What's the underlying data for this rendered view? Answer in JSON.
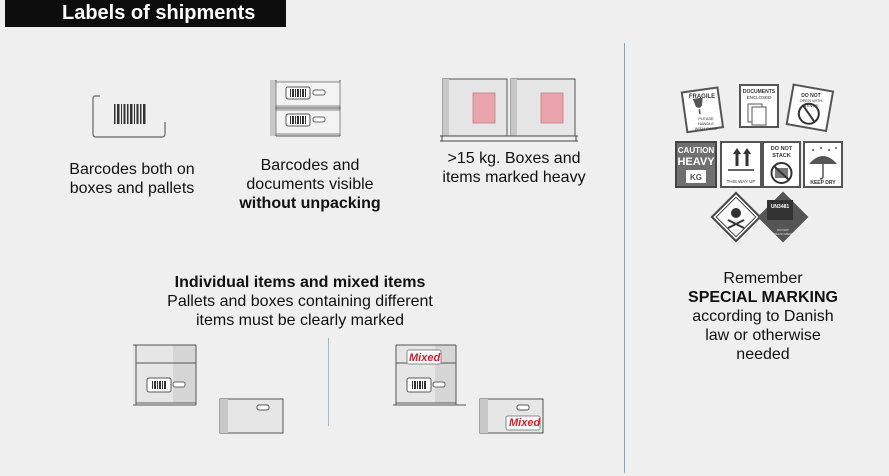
{
  "header": {
    "title": "Labels of shipments"
  },
  "section_top": {
    "item1": {
      "line1": "Barcodes both on",
      "line2": "boxes and pallets"
    },
    "item2": {
      "line1": "Barcodes and",
      "line2": "documents visible",
      "line3_bold": "without unpacking"
    },
    "item3": {
      "line1": ">15 kg. Boxes and",
      "line2": "items marked heavy"
    }
  },
  "section_mixed": {
    "heading": "Individual items and mixed items",
    "line1": "Pallets and boxes containing different",
    "line2": "items must be clearly marked",
    "mixed_label": "Mixed"
  },
  "section_special": {
    "line1": "Remember",
    "line2_bold": "SPECIAL MARKING",
    "line3": "according to Danish",
    "line4": "law or otherwise",
    "line5": "needed",
    "labels": {
      "fragile": "FRAGILE",
      "fragile_sub1": "PLEASE",
      "fragile_sub2": "HANDLE",
      "fragile_sub3": "WITH CARE",
      "documents": "DOCUMENTS",
      "documents_sub": "ENCLOSED",
      "do_not_open1": "DO NOT",
      "do_not_open2": "OPEN WITH",
      "do_not_open3": "A KNIFE",
      "caution": "CAUTION",
      "heavy": "HEAVY",
      "kg": "KG",
      "this_way_up": "THIS WAY UP",
      "do_not_stack1": "DO NOT",
      "do_not_stack2": "STACK",
      "keep_dry": "KEEP DRY",
      "lithium": "UN3481",
      "lithium_sub": "DO NOT",
      "lithium_sub2": "HANDLE IF DAMAGED"
    }
  },
  "colors": {
    "pink": "#e9a4ad",
    "mixed_red": "#d21e2b",
    "divider": "#7fa7c5"
  }
}
